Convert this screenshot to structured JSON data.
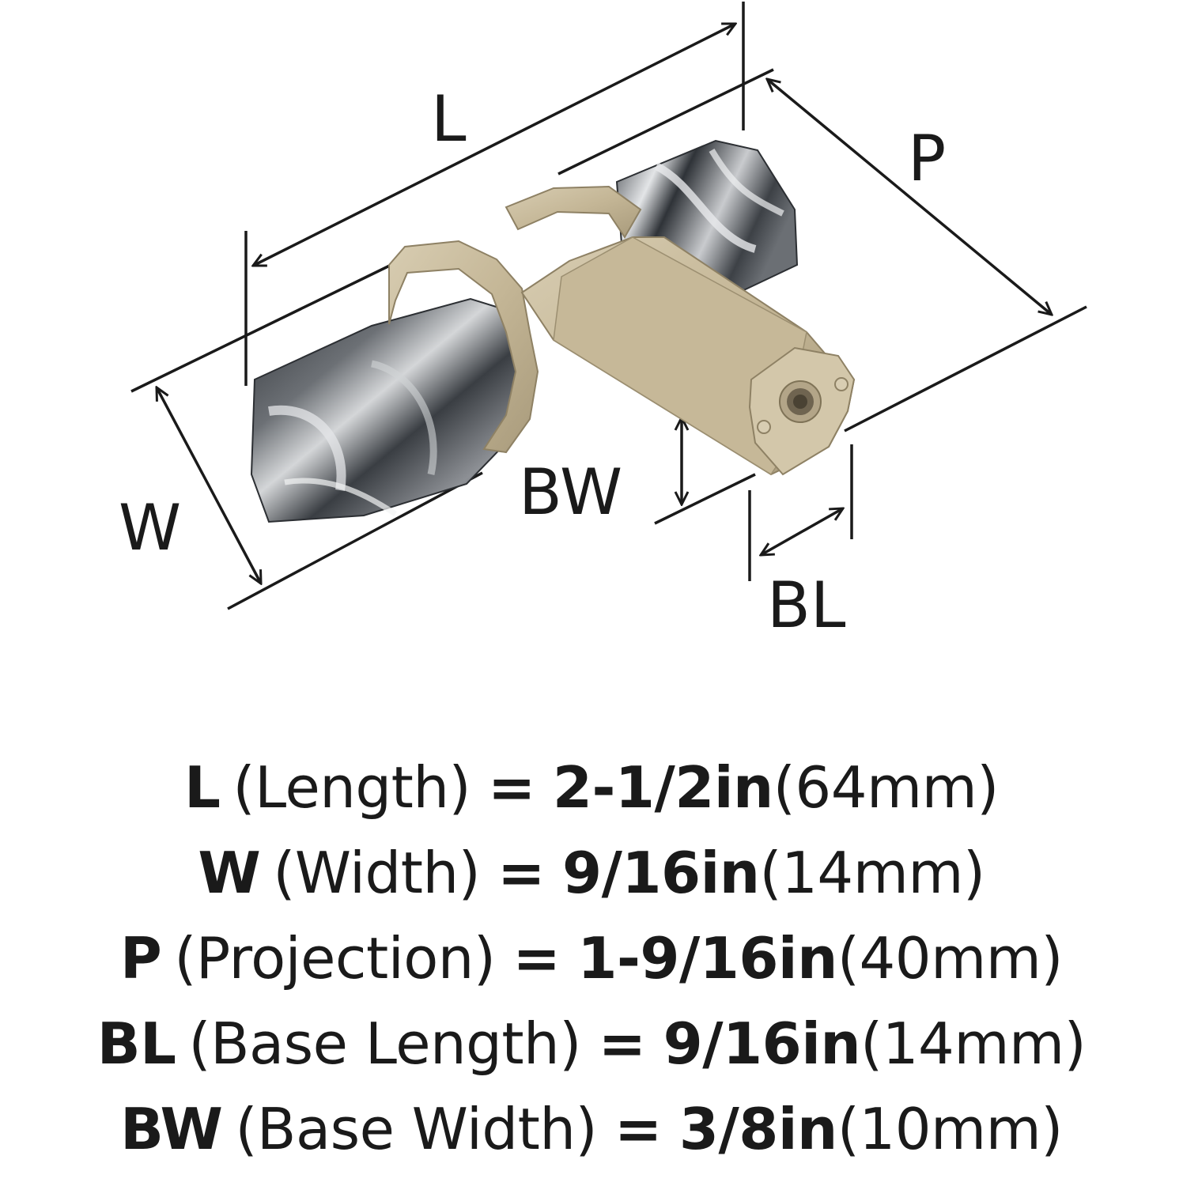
{
  "diagram": {
    "labels": {
      "L": "L",
      "W": "W",
      "P": "P",
      "BW": "BW",
      "BL": "BL"
    }
  },
  "specs": [
    {
      "code": "L",
      "name": "(Length)",
      "eq": "=",
      "imperial": "2-1/2in",
      "metric": "(64mm)"
    },
    {
      "code": "W",
      "name": "(Width)",
      "eq": "=",
      "imperial": "9/16in",
      "metric": "(14mm)"
    },
    {
      "code": "P",
      "name": "(Projection)",
      "eq": "=",
      "imperial": "1-9/16in",
      "metric": "(40mm)"
    },
    {
      "code": "BL",
      "name": "(Base Length)",
      "eq": "=",
      "imperial": "9/16in",
      "metric": "(14mm)"
    },
    {
      "code": "BW",
      "name": "(Base Width)",
      "eq": "=",
      "imperial": "3/8in",
      "metric": "(10mm)"
    }
  ],
  "colors": {
    "line": "#1a1a1a",
    "marble_dark": "#3c4045",
    "marble_light": "#d9dbdd",
    "brass": "#c7b99a",
    "brass_dark": "#a8997a"
  }
}
